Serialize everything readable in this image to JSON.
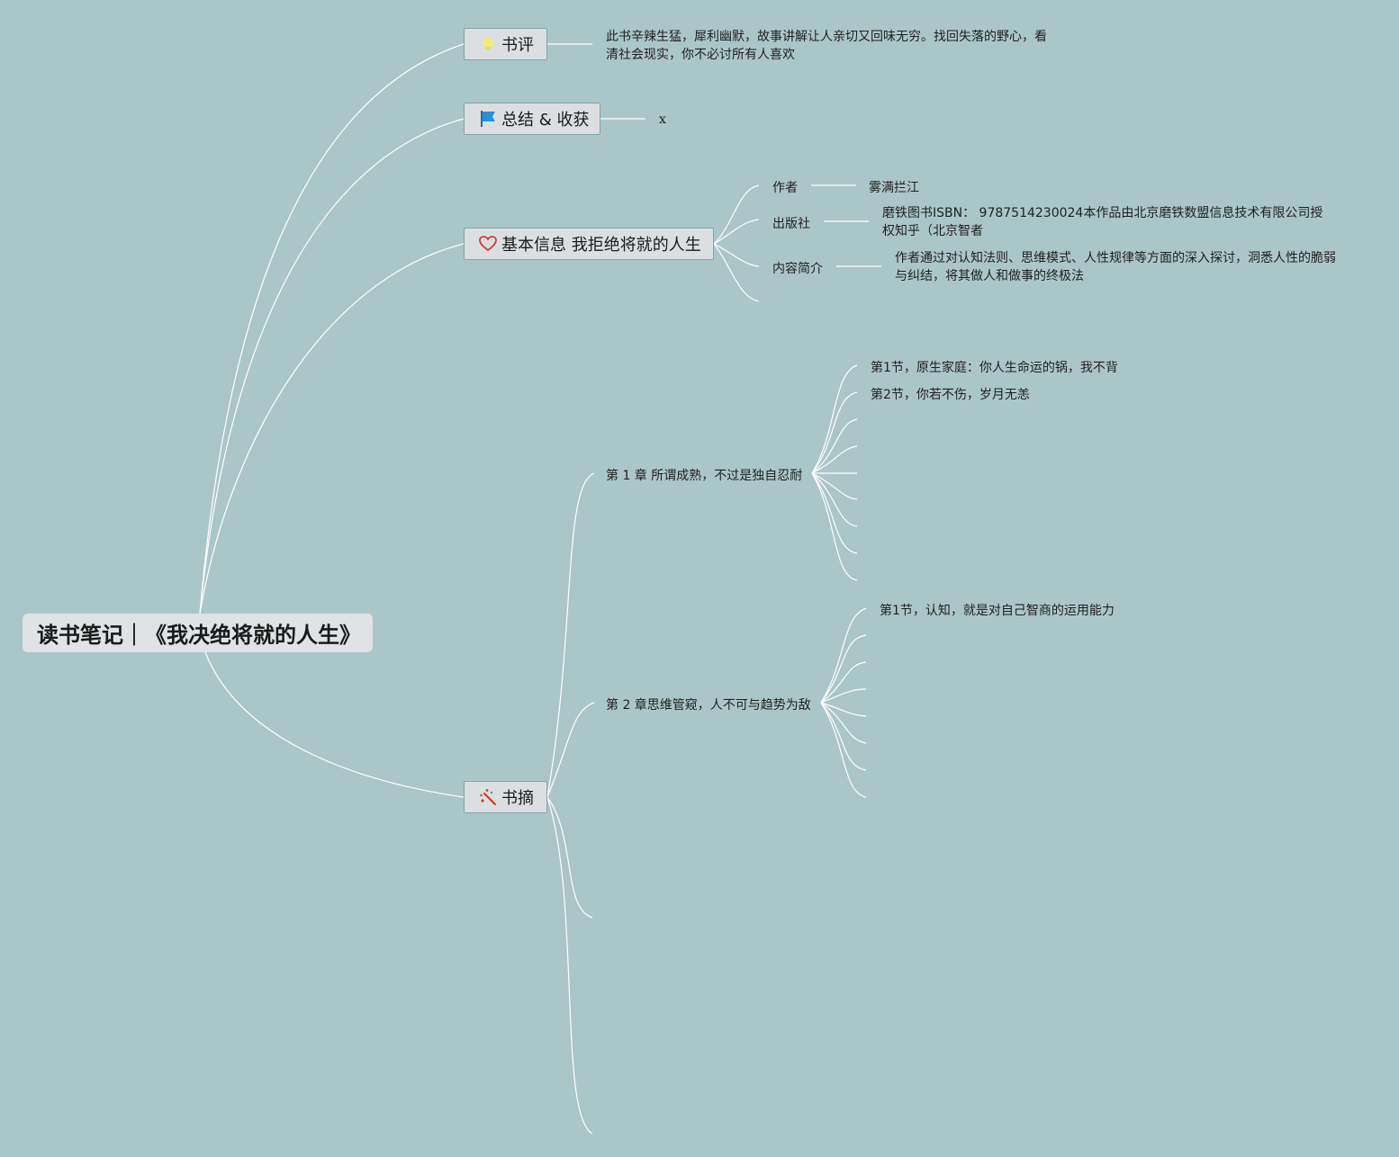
{
  "root": {
    "title": "读书笔记｜《我决绝将就的人生》"
  },
  "topics": {
    "review": {
      "label": "书评",
      "icon": "lightbulb-icon",
      "icon_color": "#f4e97a",
      "note": "此书辛辣生猛，犀利幽默，故事讲解让人亲切又回味无穷。找回失落的野心，看清社会现实，你不必讨所有人喜欢"
    },
    "summary": {
      "label": "总结 & 收获",
      "icon": "flag-icon",
      "icon_color": "#2a8fd8",
      "note": "x"
    },
    "info": {
      "label": "基本信息 我拒绝将就的人生",
      "icon": "heart-icon",
      "icon_color": "#d83a3a",
      "children": [
        {
          "label": "作者",
          "value": "雾满拦江"
        },
        {
          "label": "出版社",
          "value": "磨铁图书ISBN： 9787514230024本作品由北京磨铁数盟信息技术有限公司授权知乎（北京智者"
        },
        {
          "label": "内容简介",
          "value": "作者通过对认知法则、思维模式、人性规律等方面的深入探讨，洞悉人性的脆弱与纠结，将其做人和做事的终极法"
        }
      ]
    },
    "excerpt": {
      "label": "书摘",
      "icon": "magic-wand-icon",
      "icon_color": "#d23a2a",
      "chapters": [
        {
          "label": "第 1 章 所谓成熟，不过是独自忍耐",
          "sections": [
            "第1节，原生家庭：你人生命运的锅，我不背",
            "第2节，你若不伤，岁月无恙"
          ]
        },
        {
          "label": "第 2 章思维管窥，人不可与趋势为敌",
          "sections": [
            "第1节，认知，就是对自己智商的运用能力"
          ]
        }
      ]
    }
  },
  "colors": {
    "background": "#abc6c9",
    "connector": "#ffffff",
    "topic_fill": "#dcdfe2",
    "topic_border": "#7fa5a7"
  }
}
